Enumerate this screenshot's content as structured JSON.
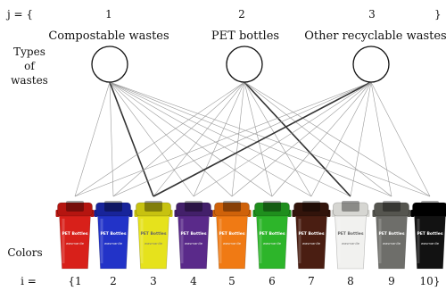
{
  "header": {
    "j_prefix": "j = {",
    "j_close": "}",
    "j_indices": [
      "1",
      "2",
      "3"
    ]
  },
  "row_labels": {
    "types_line1": "Types",
    "types_line2": "of",
    "types_line3": "wastes",
    "colors": "Colors"
  },
  "waste_types": [
    {
      "index": "1",
      "name": "Compostable wastes"
    },
    {
      "index": "2",
      "name": "PET bottles"
    },
    {
      "index": "3",
      "name": "Other recyclable wastes"
    }
  ],
  "bins": [
    {
      "index": "1",
      "label": "{1",
      "color": "#d8201a",
      "lid": "#b51510"
    },
    {
      "index": "2",
      "label": "2",
      "color": "#2233c8",
      "lid": "#18249a"
    },
    {
      "index": "3",
      "label": "3",
      "color": "#e6e21c",
      "lid": "#c7c210"
    },
    {
      "index": "4",
      "label": "4",
      "color": "#5a2a8a",
      "lid": "#43206a"
    },
    {
      "index": "5",
      "label": "5",
      "color": "#f07a14",
      "lid": "#cf620a"
    },
    {
      "index": "6",
      "label": "6",
      "color": "#2db52a",
      "lid": "#1f8e1d"
    },
    {
      "index": "7",
      "label": "7",
      "color": "#4a1e12",
      "lid": "#32140b"
    },
    {
      "index": "8",
      "label": "8",
      "color": "#f1f1ef",
      "lid": "#d6d6d2"
    },
    {
      "index": "9",
      "label": "9",
      "color": "#6e6e6a",
      "lid": "#55554f"
    },
    {
      "index": "10",
      "label": "10}",
      "color": "#121212",
      "lid": "#000000"
    }
  ],
  "bin_text": {
    "line1": "PET Bottles",
    "line2": "wasmanlle"
  },
  "i_prefix": "i =",
  "highlighted_links": [
    {
      "from": "1",
      "to": "3"
    },
    {
      "from": "2",
      "to": "8"
    },
    {
      "from": "3",
      "to": "3"
    }
  ],
  "colors": {
    "thin_line": "#9a9a9a",
    "thick_line": "#333333"
  }
}
